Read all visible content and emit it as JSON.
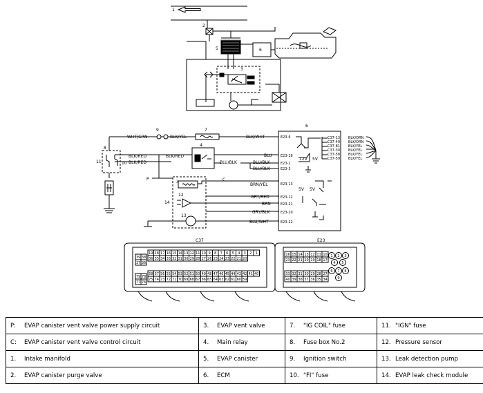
{
  "labels": {
    "n1": "1",
    "n2": "2",
    "n3": "3",
    "n4": "4",
    "n5": "5",
    "n6": "6",
    "n7": "7",
    "n8": "8",
    "n9": "9",
    "n10": "10",
    "n11": "11",
    "n12": "12",
    "n13": "13",
    "n14": "14",
    "p": "P",
    "c": "C"
  },
  "wires": {
    "wht_grn": "WHT/GRN",
    "blk_yel": "BLK/YEL",
    "blk_wht": "BLK/WHT",
    "blk_red_a": "BLK/RED",
    "blk_red_b": "BLK/RED",
    "blk_red_c": "BLK/RED",
    "blu": "BLU",
    "blu_blk_a": "BLU/BLK",
    "blu_blk_b": "BLU/BLK",
    "blu_blk_c": "BLU/BLK",
    "brn_yel": "BRN/YEL",
    "gry_red": "GRY/RED",
    "brn": "BRN",
    "gry_blk": "GRY/BLK",
    "blu_wht": "BLU/WHT",
    "v12": "12V",
    "v5a": "5V",
    "v5b": "5V",
    "v5c": "5V"
  },
  "terminals": {
    "e23_6": "E23-6",
    "e23_16": "E23-16",
    "e23_2": "E23-2",
    "e23_3": "E23-3",
    "e23_13": "E23-13",
    "e23_12": "E23-12",
    "e23_21": "E23-21",
    "e23_20": "E23-20",
    "e23_22": "E23-22"
  },
  "ground_leads": [
    {
      "pin": "C37-13",
      "wire": "BLK/ORN"
    },
    {
      "pin": "C37-40",
      "wire": "BLK/ORN"
    },
    {
      "pin": "C37-81",
      "wire": "BLK/YEL"
    },
    {
      "pin": "C37-30",
      "wire": "BLK/YEL"
    },
    {
      "pin": "C37-58",
      "wire": "BLK/YEL"
    },
    {
      "pin": "C37-59",
      "wire": "BLK/YEL"
    }
  ],
  "connectors": {
    "c37": {
      "title": "C37",
      "upper_rows": [
        [
          "19",
          "18",
          "17",
          "16",
          "15",
          "14",
          "13",
          "12",
          "11",
          "10",
          "9",
          "8",
          "7",
          "6",
          "5",
          "4",
          "3",
          "2",
          "1"
        ],
        [
          "36",
          "35",
          "34",
          "33",
          "32",
          "31",
          "30",
          "29",
          "28",
          "27",
          "26",
          "25",
          "24",
          "23",
          "22",
          "21",
          "20"
        ]
      ],
      "upper_side": [
        [
          "39",
          "38"
        ],
        [
          "37",
          "36"
        ]
      ],
      "lower_rows": [
        [
          "58",
          "57",
          "56",
          "55",
          "54",
          "53",
          "52",
          "51",
          "50",
          "49",
          "48",
          "47",
          "46",
          "45",
          "44",
          "43",
          "42",
          "41",
          "40"
        ],
        [
          "75",
          "74",
          "73",
          "72",
          "71",
          "70",
          "69",
          "68",
          "67",
          "66",
          "65",
          "64",
          "63",
          "62",
          "61",
          "60",
          "59"
        ]
      ],
      "lower_side": [
        [
          "79",
          "78"
        ],
        [
          "77",
          "76"
        ]
      ]
    },
    "e23": {
      "title": "E23",
      "upper_rows": [
        [
          "16",
          "15",
          "14",
          "13",
          "12",
          "11",
          "10"
        ],
        [
          "23",
          "22",
          "21",
          "20",
          "19",
          "18",
          "17"
        ]
      ],
      "lower_rows": [
        [
          "33",
          "32",
          "31",
          "30",
          "29",
          "28",
          "27"
        ],
        [
          "40",
          "39",
          "38",
          "37",
          "36",
          "35",
          "34"
        ]
      ],
      "round": [
        "1",
        "2",
        "3",
        "4",
        "5",
        "6",
        "7",
        "8",
        "9"
      ]
    }
  },
  "legend": [
    [
      {
        "k": "P:",
        "t": "EVAP canister vent valve power supply circuit"
      },
      {
        "k": "3.",
        "t": "EVAP vent valve"
      },
      {
        "k": "7.",
        "t": "\"IG COIL\" fuse"
      },
      {
        "k": "11.",
        "t": "\"IGN\" fuse"
      }
    ],
    [
      {
        "k": "C:",
        "t": "EVAP canister vent valve control circuit"
      },
      {
        "k": "4.",
        "t": "Main relay"
      },
      {
        "k": "8.",
        "t": "Fuse box No.2"
      },
      {
        "k": "12.",
        "t": "Pressure sensor"
      }
    ],
    [
      {
        "k": "1.",
        "t": "Intake manifold"
      },
      {
        "k": "5.",
        "t": "EVAP canister"
      },
      {
        "k": "9.",
        "t": "Ignition switch"
      },
      {
        "k": "13.",
        "t": "Leak detection pump"
      }
    ],
    [
      {
        "k": "2.",
        "t": "EVAP canister purge valve"
      },
      {
        "k": "6.",
        "t": "ECM"
      },
      {
        "k": "10.",
        "t": "\"FI\" fuse"
      },
      {
        "k": "14.",
        "t": "EVAP leak check module"
      }
    ]
  ]
}
